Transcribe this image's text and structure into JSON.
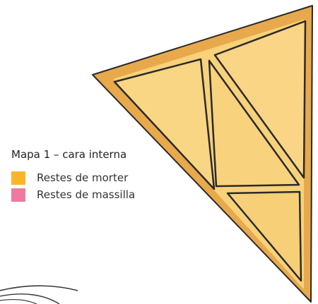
{
  "legend": {
    "title": "Mapa 1 – cara interna",
    "items": [
      {
        "label": "Restes de morter",
        "color": "#f9b52a"
      },
      {
        "label": "Restes de massilla",
        "color": "#ee7aa0"
      }
    ]
  },
  "colors": {
    "fragment_fill": "#f6cc6a",
    "fragment_edge": "#e6a44a",
    "outline": "#2a2a2a"
  }
}
